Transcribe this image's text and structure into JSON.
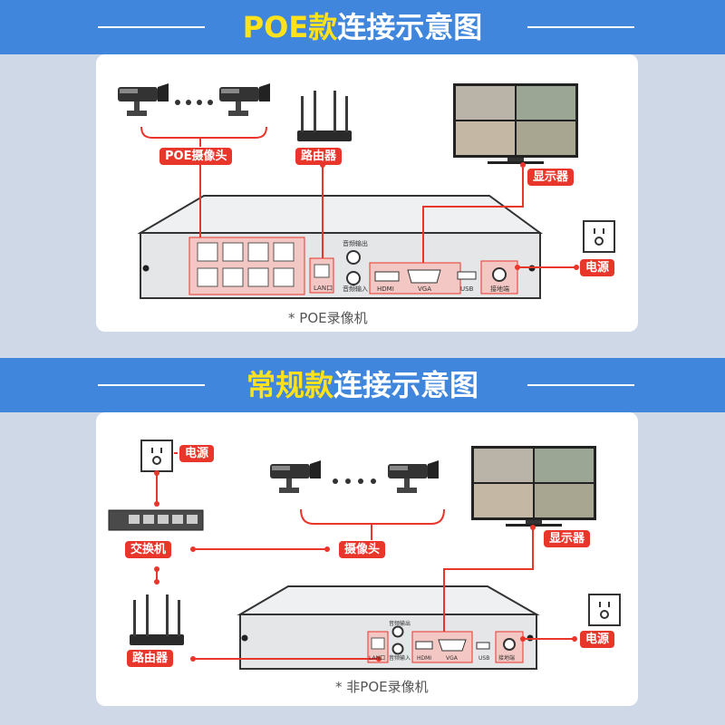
{
  "poe": {
    "title_highlight": "POE款",
    "title_rest": "连接示意图",
    "labels": {
      "cameras": "POE摄像头",
      "router": "路由器",
      "monitor": "显示器",
      "power": "电源"
    },
    "ports": {
      "lan": "LAN口",
      "audio_out": "音频输出",
      "audio_in": "音频输入",
      "hdmi": "HDMI",
      "vga": "VGA",
      "usb": "USB",
      "ground": "接地端"
    },
    "caption": "* POE录像机"
  },
  "regular": {
    "title_highlight": "常规款",
    "title_rest": "连接示意图",
    "labels": {
      "power_top": "电源",
      "switch": "交换机",
      "cameras": "摄像头",
      "router": "路由器",
      "monitor": "显示器",
      "power": "电源"
    },
    "ports": {
      "lan": "LAN口",
      "audio_out": "音频输出",
      "audio_in": "音频输入",
      "hdmi": "HDMI",
      "vga": "VGA",
      "usb": "USB",
      "ground": "接地端"
    },
    "caption": "* 非POE录像机"
  },
  "colors": {
    "band": "#3f86dc",
    "highlight": "#ffe21c",
    "tag": "#e8362b",
    "port_zone": "#f3c7c3"
  }
}
